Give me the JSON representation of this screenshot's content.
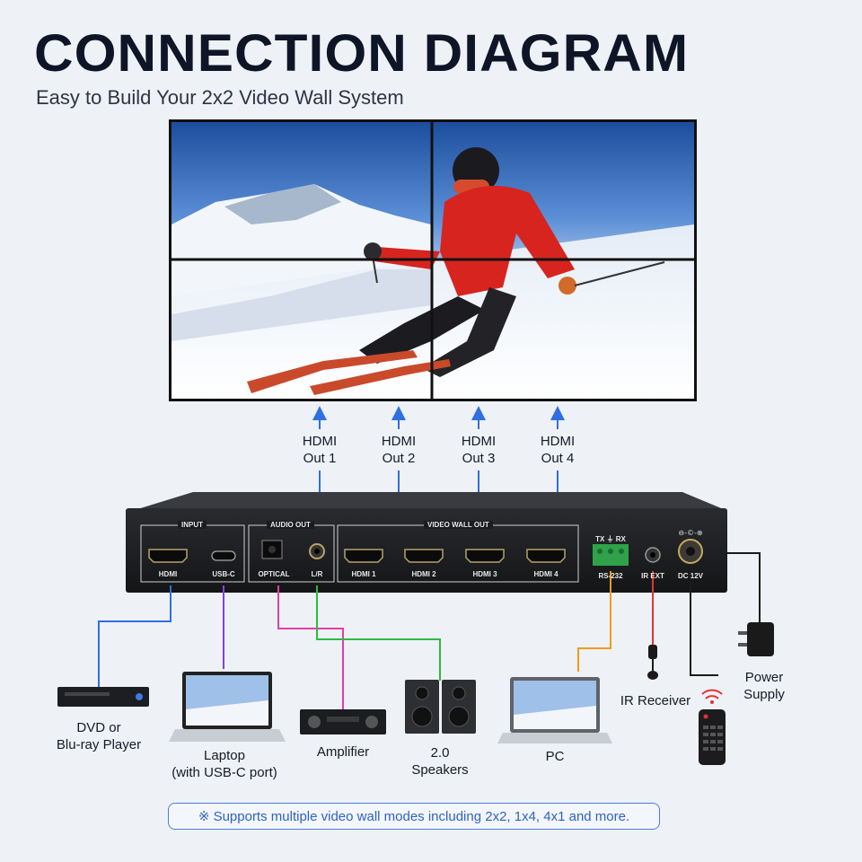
{
  "header": {
    "title": "CONNECTION DIAGRAM",
    "subtitle": "Easy to Build Your 2x2 Video Wall System"
  },
  "outputs": [
    {
      "label": "HDMI\nOut 1"
    },
    {
      "label": "HDMI\nOut 2"
    },
    {
      "label": "HDMI\nOut 3"
    },
    {
      "label": "HDMI\nOut 4"
    }
  ],
  "panel": {
    "groups": {
      "input": "INPUT",
      "audio": "AUDIO OUT",
      "video": "VIDEO WALL OUT"
    },
    "ports": {
      "hdmi": "HDMI",
      "usbc": "USB-C",
      "optical": "OPTICAL",
      "lr": "L/R",
      "hdmi1": "HDMI 1",
      "hdmi2": "HDMI 2",
      "hdmi3": "HDMI 3",
      "hdmi4": "HDMI 4",
      "rs232": "RS-232",
      "txrx": "TX ⏚ RX",
      "irext": "IR EXT",
      "dc": "DC 12V"
    }
  },
  "devices": {
    "dvd": "DVD or\nBlu-ray Player",
    "laptop": "Laptop\n(with USB-C port)",
    "amplifier": "Amplifier",
    "speakers": "2.0\nSpeakers",
    "pc": "PC",
    "ir_receiver": "IR Receiver",
    "power": "Power\nSupply"
  },
  "note": "※ Supports multiple video wall modes including 2x2, 1x4, 4x1 and more.",
  "colors": {
    "blue": "#2f6fe0",
    "purple": "#8a3fe0",
    "pink": "#e23fa6",
    "green": "#2dbb3f",
    "orange": "#f29a1c",
    "red": "#e03434",
    "black": "#1a1a1a"
  }
}
